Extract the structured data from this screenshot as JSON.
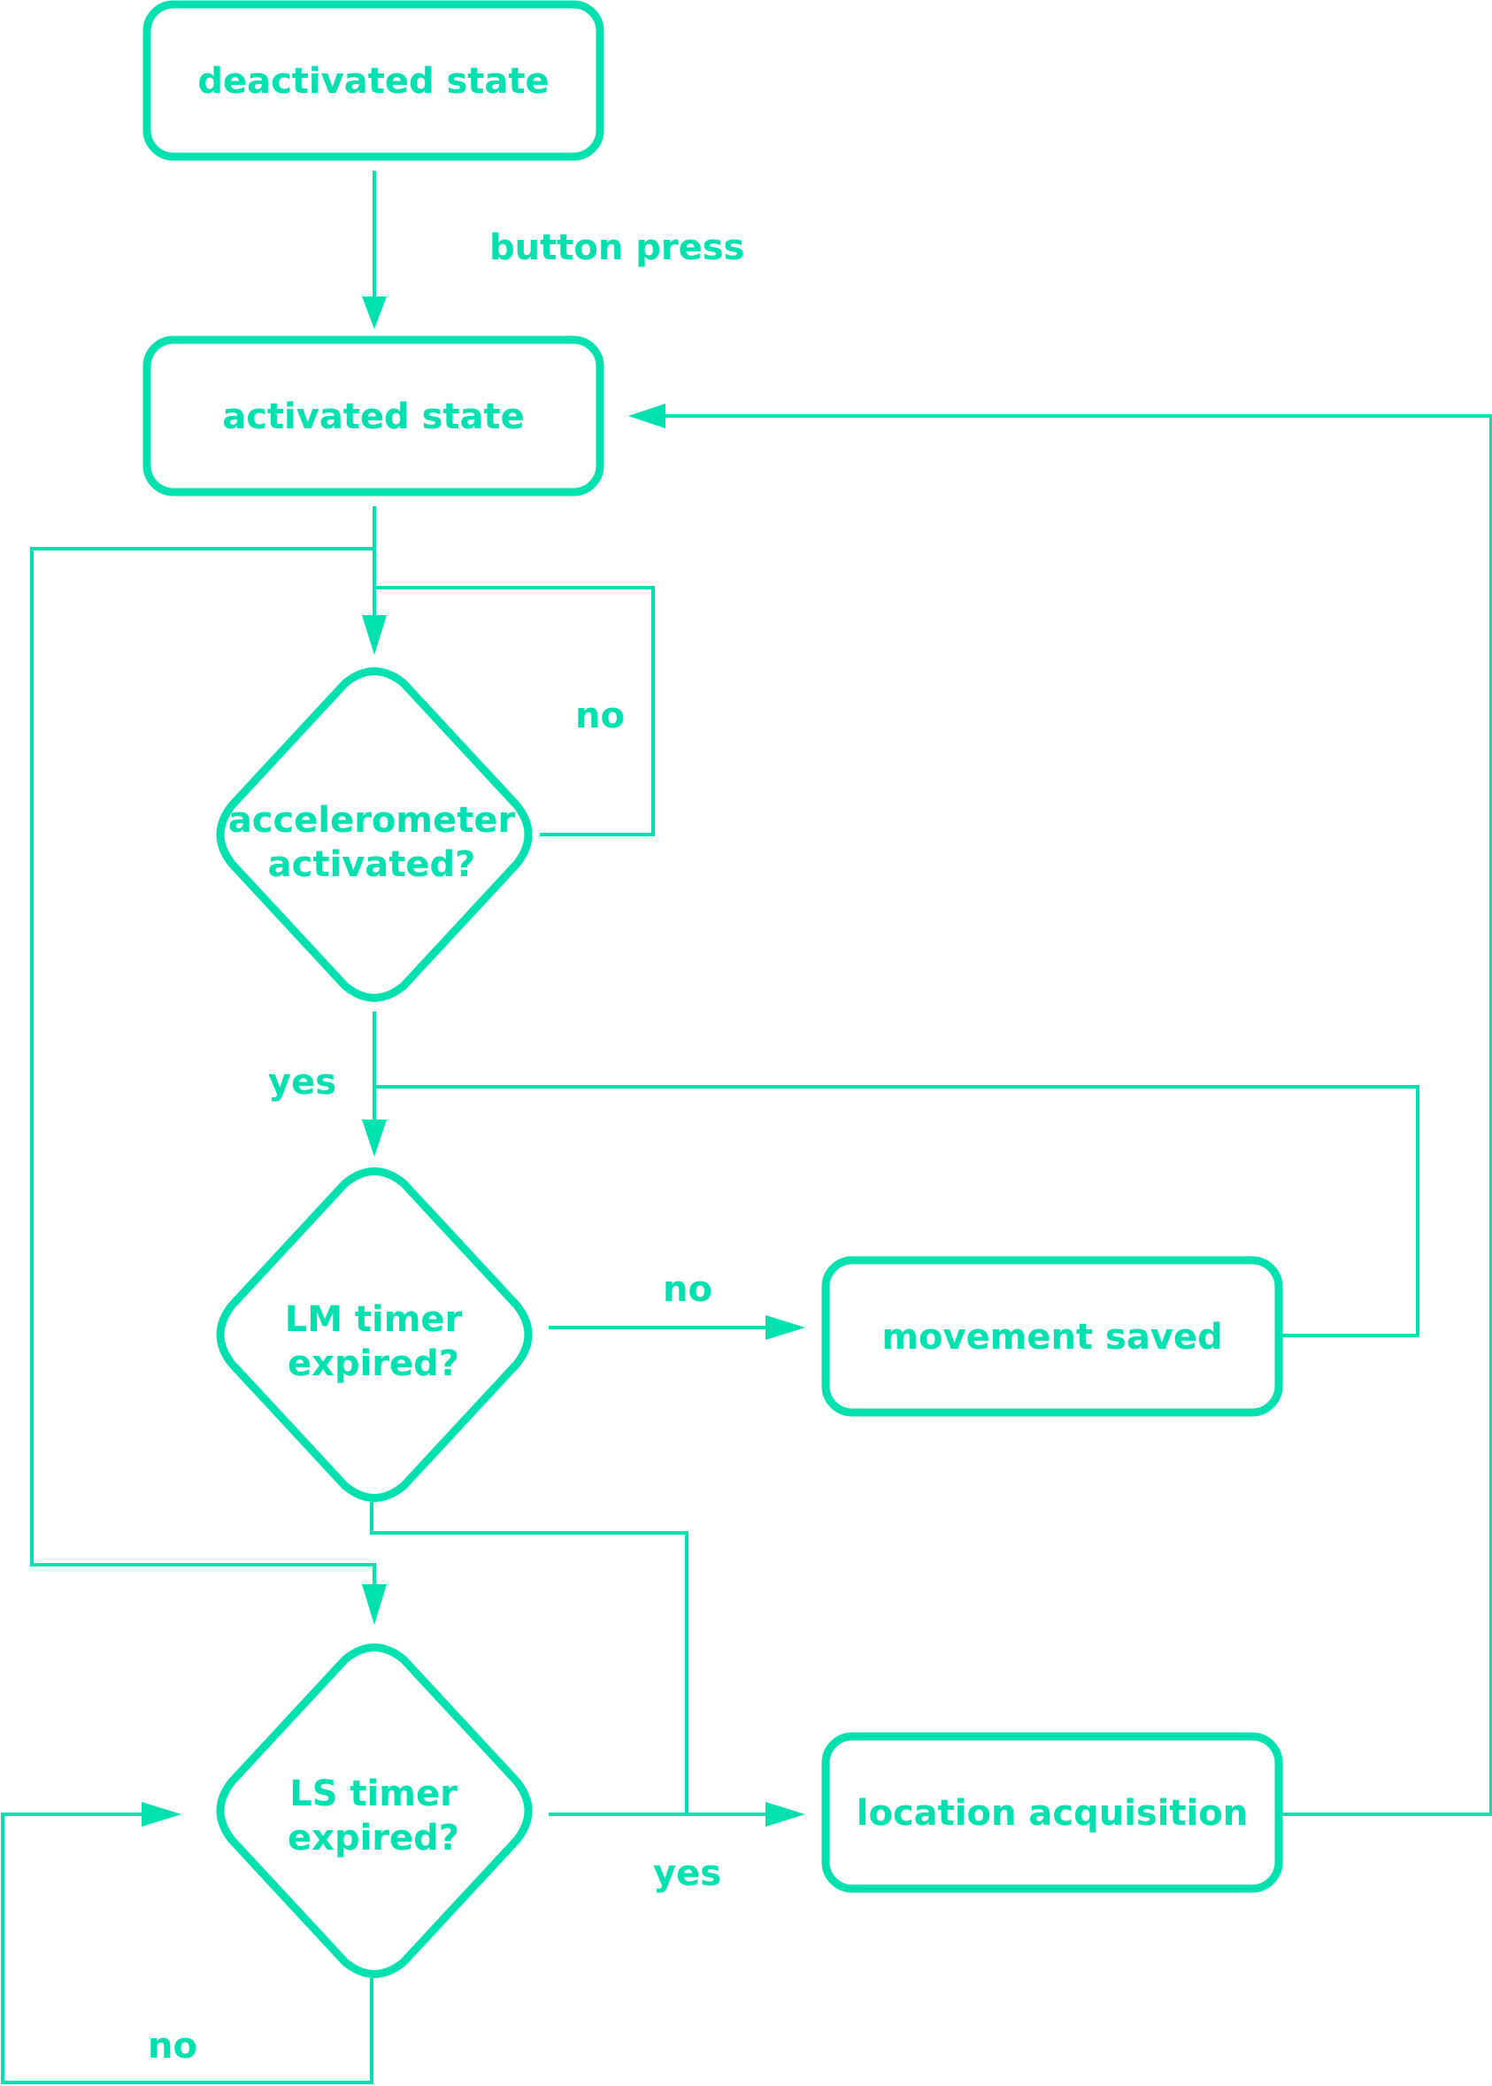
{
  "colors": {
    "accent": "#00e0b0",
    "background": "#ffffff"
  },
  "nodes": {
    "deactivated": {
      "label": "deactivated state"
    },
    "activated": {
      "label": "activated state"
    },
    "accelerometer": {
      "line1": "accelerometer",
      "line2": "activated?"
    },
    "lm_timer": {
      "line1": "LM timer",
      "line2": "expired?"
    },
    "ls_timer": {
      "line1": "LS timer",
      "line2": "expired?"
    },
    "movement_saved": {
      "label": "movement saved"
    },
    "location_acquisition": {
      "label": "location acquisition"
    }
  },
  "edge_labels": {
    "button_press": "button press",
    "accel_no": "no",
    "accel_yes": "yes",
    "lm_no": "no",
    "ls_yes": "yes",
    "ls_no": "no"
  }
}
